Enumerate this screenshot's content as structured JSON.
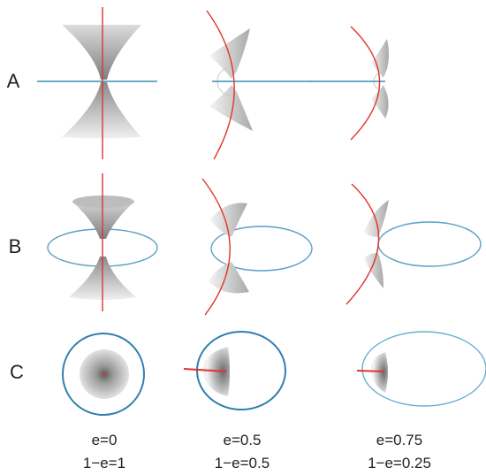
{
  "rows": [
    {
      "label": "A"
    },
    {
      "label": "B"
    },
    {
      "label": "C"
    }
  ],
  "columns": [
    {
      "e": 0,
      "e_text": "e=0",
      "one_minus_e_text": "1−e=1"
    },
    {
      "e": 0.5,
      "e_text": "e=0.5",
      "one_minus_e_text": "1−e=0.5"
    },
    {
      "e": 0.75,
      "e_text": "e=0.75",
      "one_minus_e_text": "1−e=0.25"
    }
  ],
  "colors": {
    "axis_red": "#e0342e",
    "orbit_blue": "#3d8eb5",
    "surface_dark": "#8a8a8a",
    "surface_light": "#f2f2f2"
  }
}
